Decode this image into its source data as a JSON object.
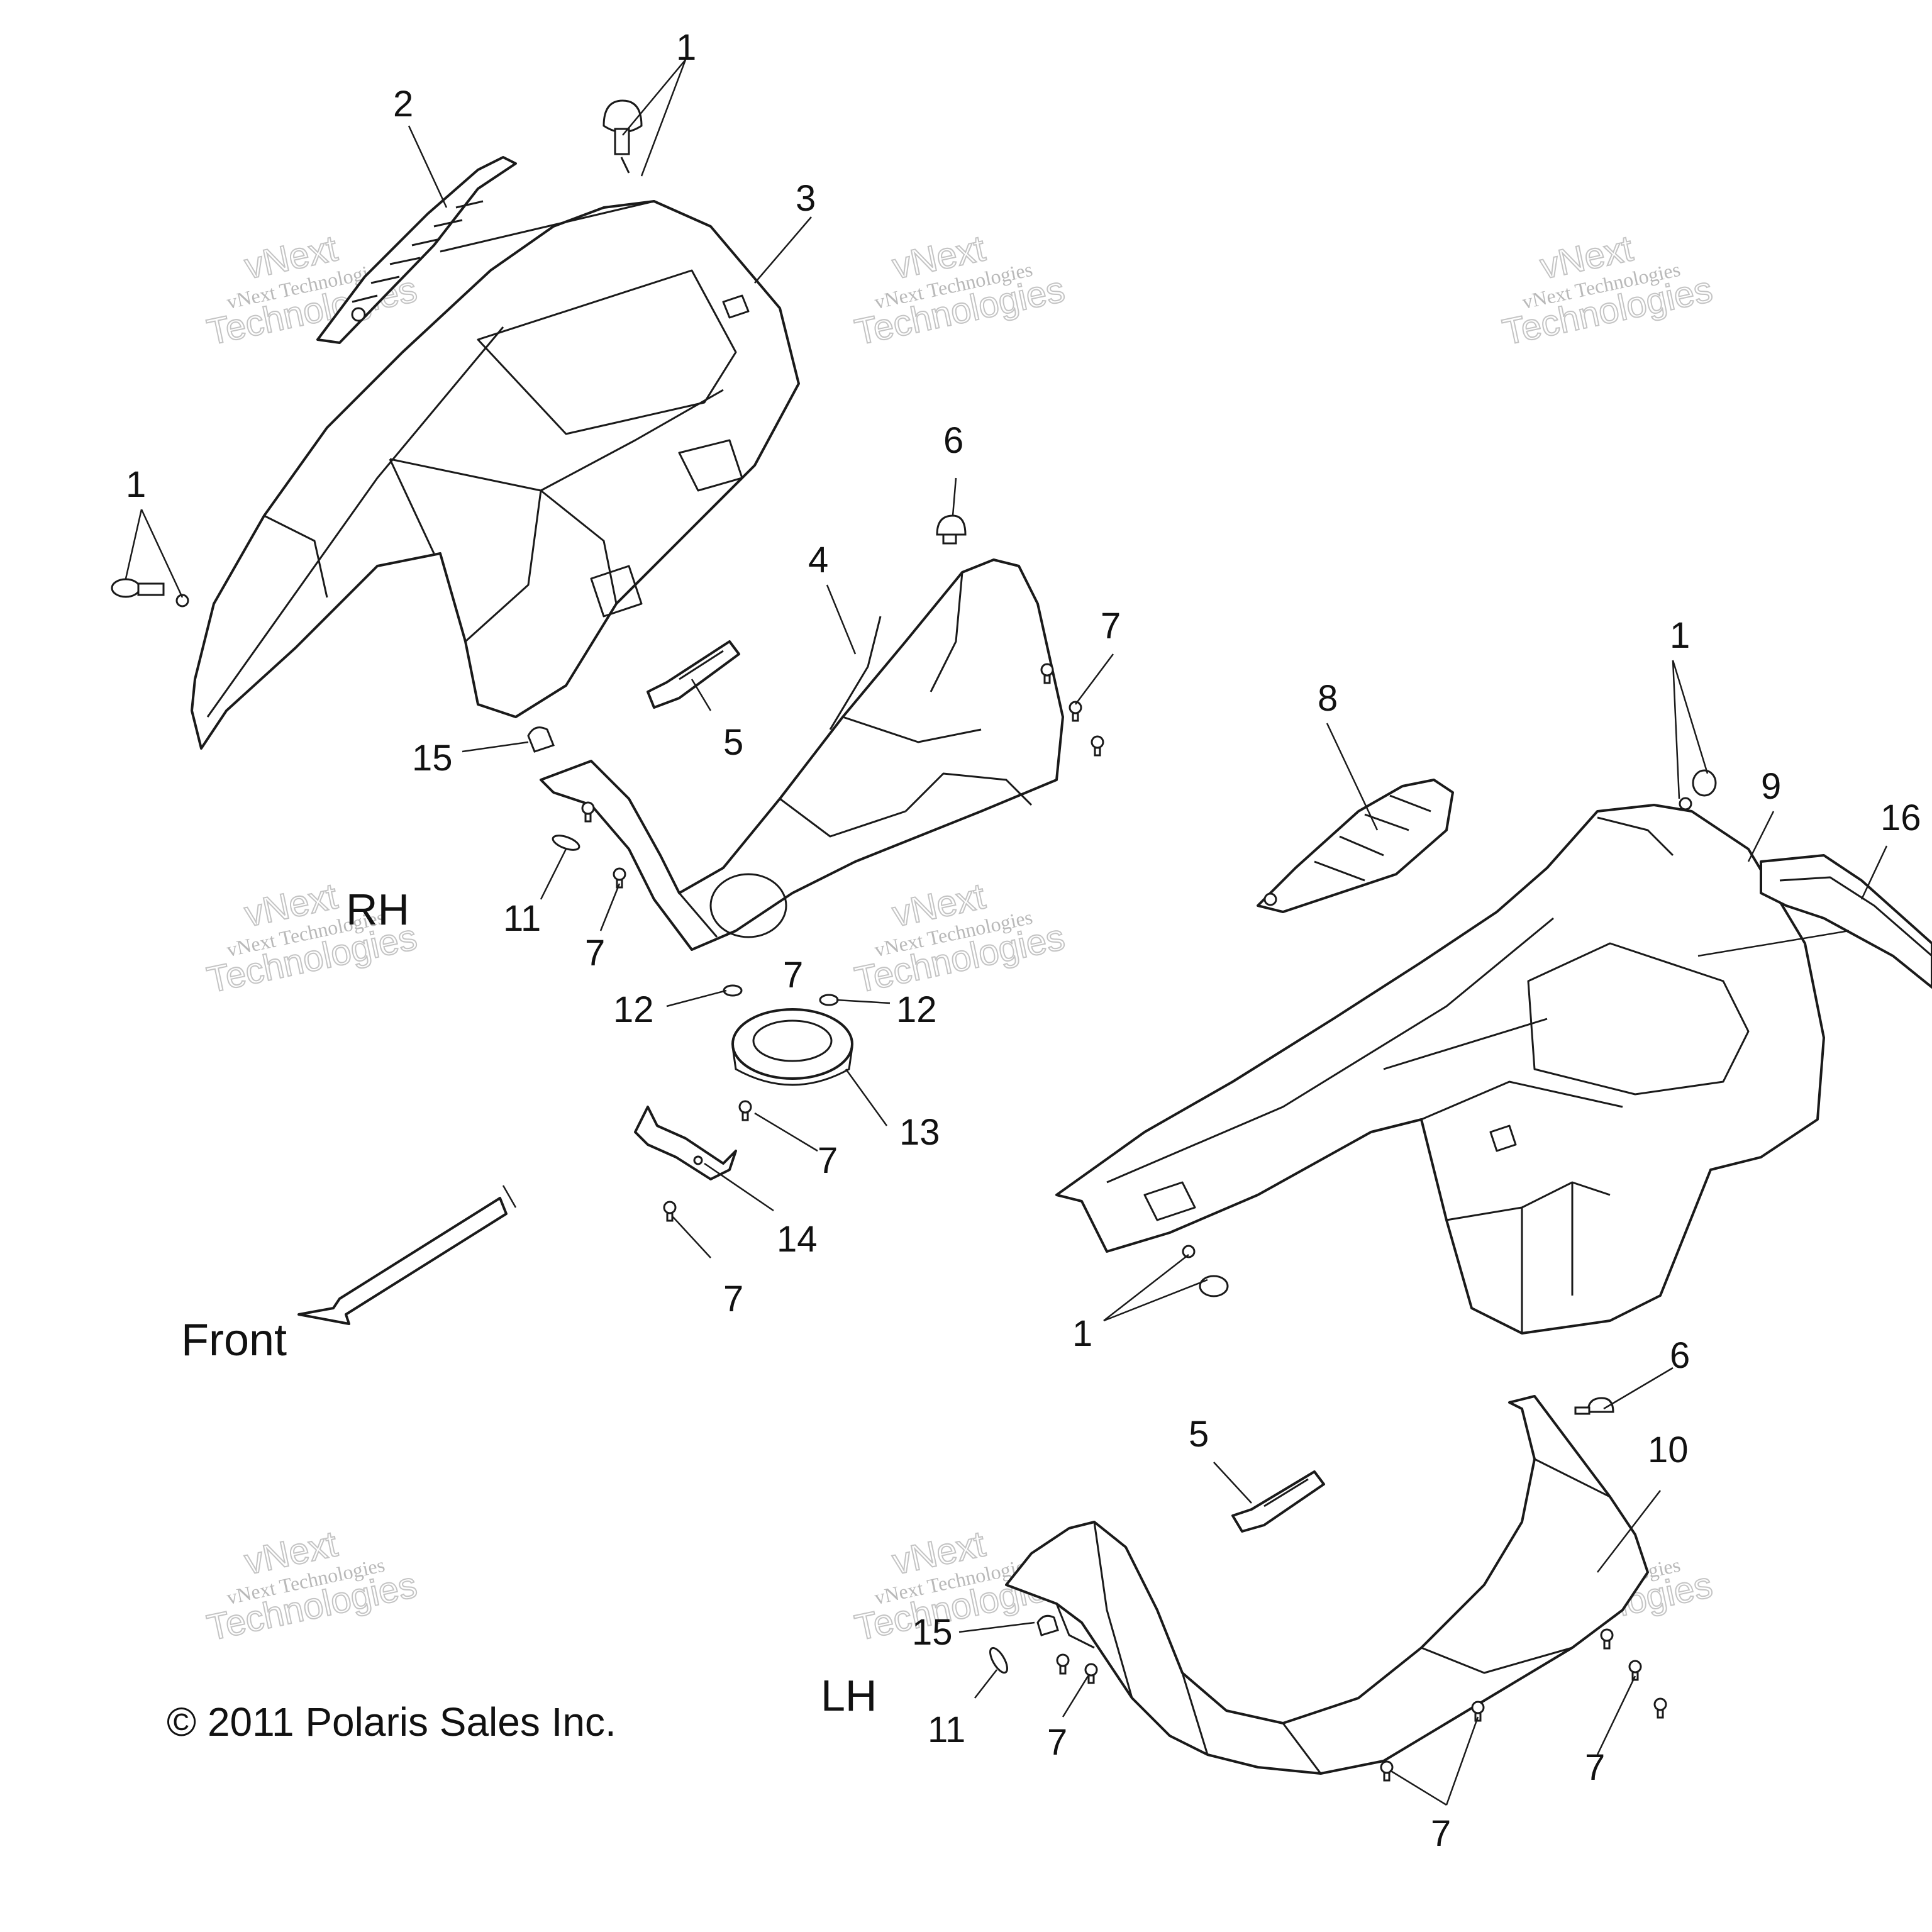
{
  "callouts": [
    "1",
    "1",
    "1",
    "1",
    "2",
    "3",
    "4",
    "5",
    "5",
    "6",
    "6",
    "7",
    "7",
    "7",
    "7",
    "7",
    "7",
    "7",
    "7",
    "8",
    "9",
    "10",
    "11",
    "11",
    "12",
    "12",
    "13",
    "14",
    "15",
    "15",
    "16"
  ],
  "side_labels": {
    "rh": "RH",
    "lh": "LH"
  },
  "front_label": "Front",
  "copyright": "© 2011 Polaris Sales Inc.",
  "watermark": {
    "line1": "vNext",
    "line2": "vNext Technologies",
    "line3": "Technologies"
  }
}
